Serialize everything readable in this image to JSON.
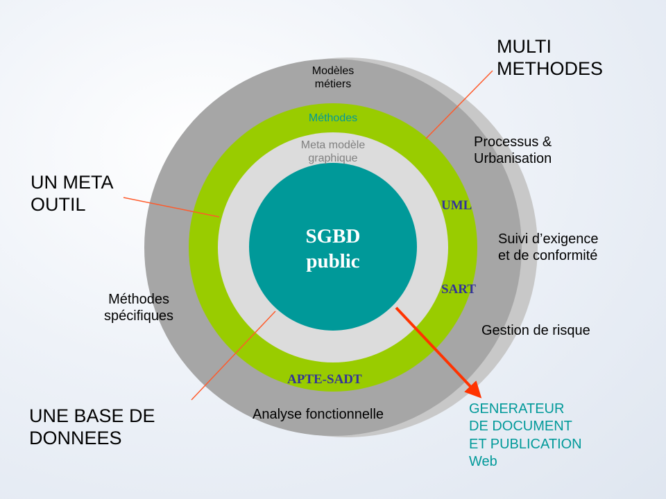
{
  "labels": {
    "multi_methodes": "MULTI\nMETHODES",
    "un_meta_outil": "UN META\nOUTIL",
    "une_base": "UNE BASE DE\nDONNEES",
    "modeles_metiers": "Modèles\nmétiers",
    "methodes": "Méthodes",
    "meta_modele": "Meta modèle\ngraphique",
    "sgbd": "SGBD\npublic",
    "uml": "UML",
    "sart": "SART",
    "apte_sadt": "APTE-SADT",
    "processus": "Processus &\nUrbanisation",
    "suivi": "Suivi d’exigence\n et de conformité",
    "gestion": "Gestion de risque",
    "methodes_specifiques": "Méthodes\nspécifiques",
    "analyse": "Analyse fonctionnelle",
    "generateur": "GENERATEUR\nDE DOCUMENT\nET PUBLICATION\nWeb"
  },
  "colors": {
    "outer_ring": "#a6a6a6",
    "methodes_ring": "#99cc00",
    "meta_ring": "#dcdcdc",
    "core": "#009999",
    "accent_line": "#ff5a2a",
    "arrow": "#ff3300",
    "methodes_text": "#009999",
    "meta_text": "#808080",
    "method_names": "#333399",
    "generateur_text": "#009999"
  }
}
